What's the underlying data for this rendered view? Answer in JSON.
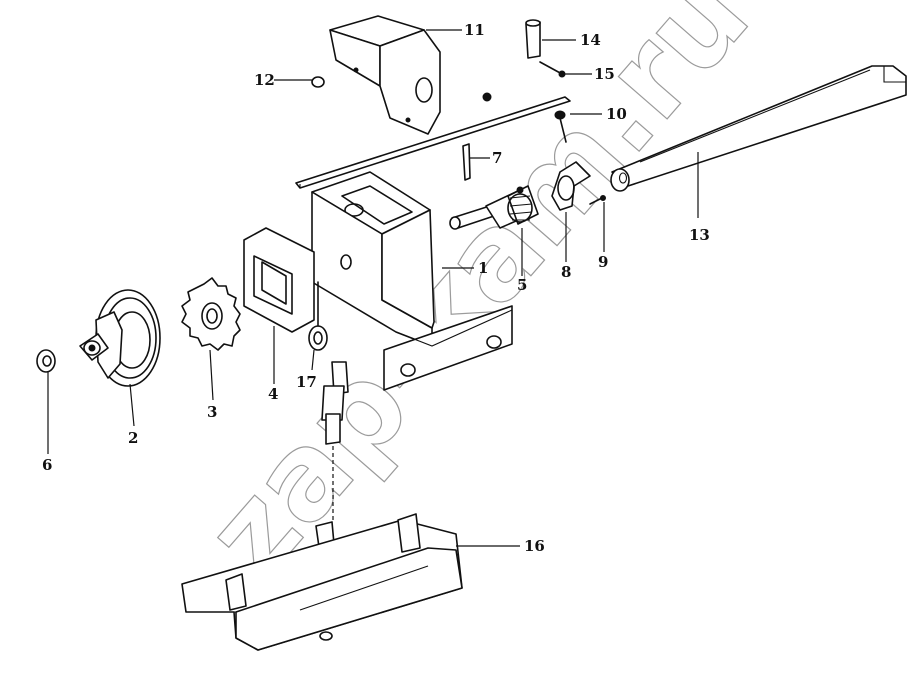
{
  "watermark": "zap-kam.ru",
  "callouts": [
    {
      "id": "c1",
      "label": "1"
    },
    {
      "id": "c2",
      "label": "2"
    },
    {
      "id": "c3",
      "label": "3"
    },
    {
      "id": "c4",
      "label": "4"
    },
    {
      "id": "c5",
      "label": "5"
    },
    {
      "id": "c6",
      "label": "6"
    },
    {
      "id": "c7",
      "label": "7"
    },
    {
      "id": "c8",
      "label": "8"
    },
    {
      "id": "c9",
      "label": "9"
    },
    {
      "id": "c10",
      "label": "10"
    },
    {
      "id": "c11",
      "label": "11"
    },
    {
      "id": "c12",
      "label": "12"
    },
    {
      "id": "c13",
      "label": "13"
    },
    {
      "id": "c14",
      "label": "14"
    },
    {
      "id": "c15",
      "label": "15"
    },
    {
      "id": "c16",
      "label": "16"
    },
    {
      "id": "c17",
      "label": "17"
    }
  ]
}
